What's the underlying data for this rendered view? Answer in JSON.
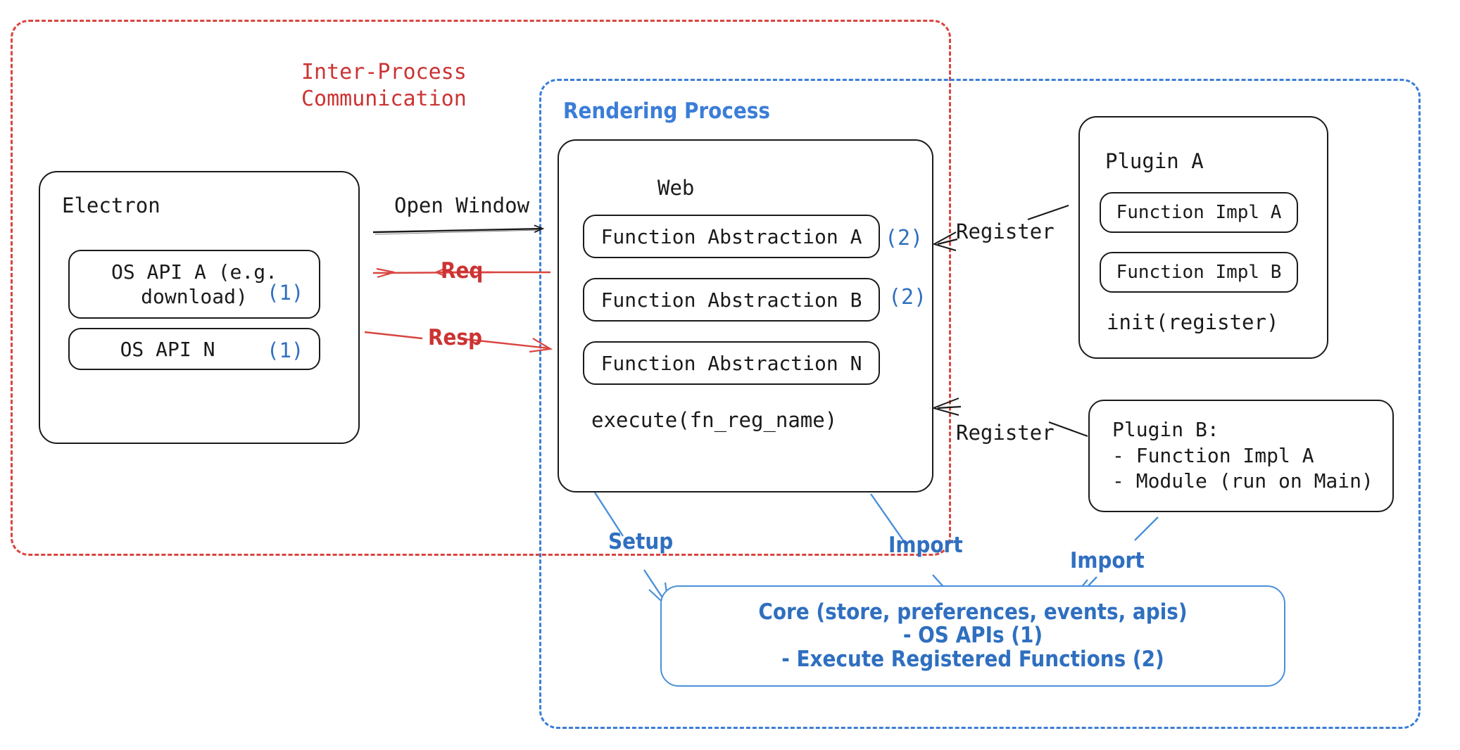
{
  "diagram": {
    "title_ipc": "Inter-Process\nCommunication",
    "title_rendering": "Rendering Process",
    "colors": {
      "ipc_boundary": "#d9453f",
      "rendering_boundary": "#3b7dd8",
      "core_accent": "#2f6fc0",
      "marker_blue": "#2f6fc0",
      "node_stroke": "#1a1a1a"
    }
  },
  "electron": {
    "title": "Electron",
    "apis": [
      {
        "label": "OS API A (e.g.\ndownload)",
        "marker": "(1)"
      },
      {
        "label": "OS API N",
        "marker": "(1)"
      }
    ]
  },
  "web": {
    "title": "Web",
    "abstractions": [
      {
        "label": "Function Abstraction A",
        "marker": "(2)"
      },
      {
        "label": "Function Abstraction B",
        "marker": "(2)"
      },
      {
        "label": "Function Abstraction N",
        "marker": ""
      }
    ],
    "method": "execute(fn_reg_name)"
  },
  "plugin_a": {
    "title": "Plugin A",
    "impls": [
      {
        "label": "Function Impl A"
      },
      {
        "label": "Function Impl B"
      }
    ],
    "method": "init(register)"
  },
  "plugin_b": {
    "lines": "Plugin B:\n- Function Impl A\n- Module (run on Main)"
  },
  "core": {
    "lines": [
      "Core (store, preferences, events, apis)",
      "- OS APIs (1)",
      "- Execute Registered Functions (2)"
    ]
  },
  "edges": {
    "open_window": "Open Window",
    "req": "Req",
    "resp": "Resp",
    "register_a": "Register",
    "register_b": "Register",
    "setup": "Setup",
    "import_web": "Import",
    "import_plugin": "Import"
  }
}
